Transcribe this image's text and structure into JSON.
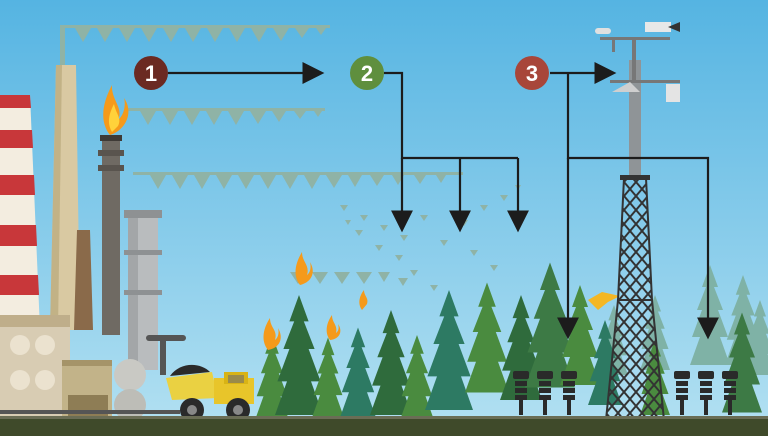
{
  "steps": [
    {
      "number": "1",
      "color": "#6b2a22"
    },
    {
      "number": "2",
      "color": "#5f8f3e"
    },
    {
      "number": "3",
      "color": "#a8463a"
    }
  ],
  "colors": {
    "sky_top": "#5fb9e3",
    "sky_bottom": "#a6dcf0",
    "plume": "#8fb3a6",
    "arrow": "#1c1c1c",
    "tree_dark": "#2f6b3c",
    "tree_mid": "#4a8b3f",
    "tree_teal": "#2d7a63",
    "tree_far": "#6fa79a",
    "ground": "#3f4a2a"
  },
  "icons": [
    "industrial-stack-icon",
    "flare-icon",
    "dump-truck-icon",
    "weather-station-icon",
    "monitoring-tower-icon",
    "gas-sampler-icon",
    "fire-icon"
  ]
}
